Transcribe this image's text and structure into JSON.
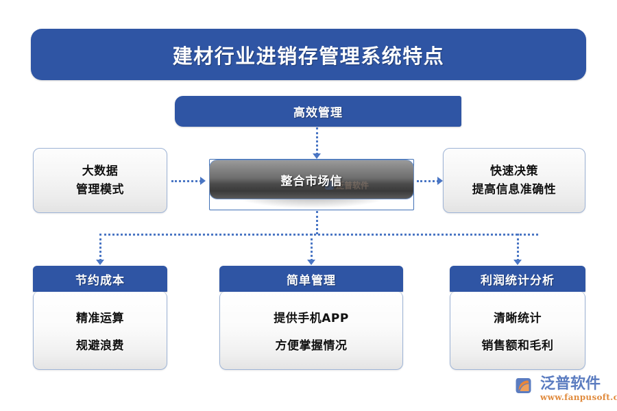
{
  "page": {
    "title": "建材行业进销存管理系统特点",
    "background": "#ffffff"
  },
  "colors": {
    "brand_blue": "#2F55A4",
    "connector_blue": "#4a76c4",
    "card_border": "#9db3d6",
    "logo_blue": "#5b7cc0",
    "logo_orange": "#e08a3c",
    "text_dark": "#101010",
    "overlay_gray": "#4a4a4a"
  },
  "banner": {
    "label": "建材行业进销存管理系统特点"
  },
  "top_node": {
    "label": "高效管理"
  },
  "middle_row": {
    "left_card": {
      "lines": [
        "大数据",
        "管理模式"
      ]
    },
    "center_card": {
      "label": "整合市场信",
      "watermark": "泛普软件"
    },
    "right_card": {
      "lines": [
        "快速决策",
        "提高信息准确性"
      ]
    }
  },
  "bottom_groups": [
    {
      "header": "节约成本",
      "items": [
        "精准运算",
        "规避浪费"
      ]
    },
    {
      "header": "简单管理",
      "items": [
        "提供手机APP",
        "方便掌握情况"
      ]
    },
    {
      "header": "利润统计分析",
      "items": [
        "清晰统计",
        "销售额和毛利"
      ]
    }
  ],
  "logo": {
    "name": "泛普软件",
    "url": "www.fanpusoft.com",
    "mark": "fanpu-swoosh-icon"
  }
}
